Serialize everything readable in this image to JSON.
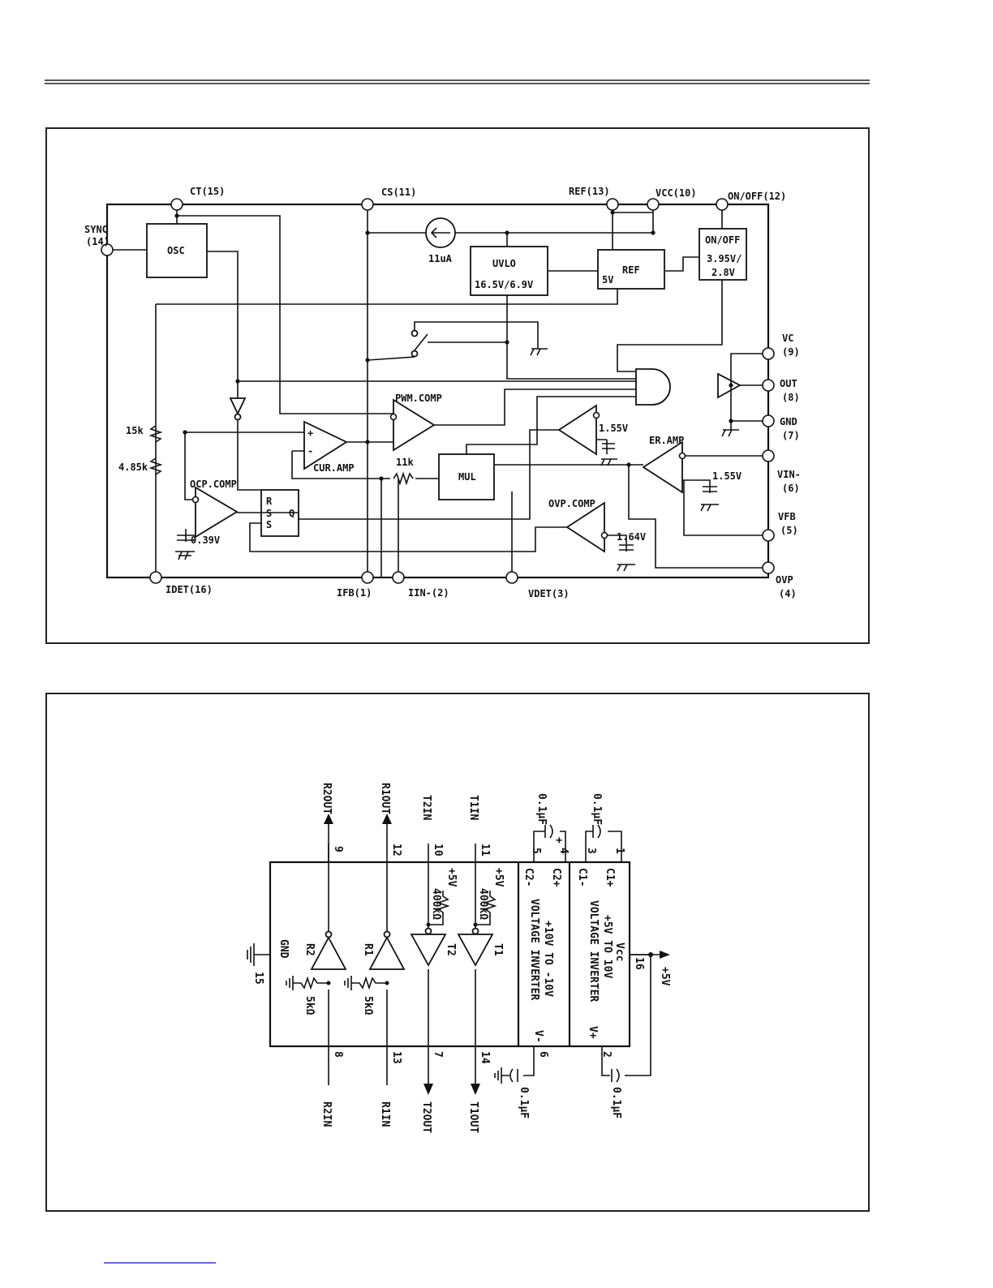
{
  "diagram1": {
    "pins": {
      "ct": "CT(15)",
      "cs": "CS(11)",
      "ref": "REF(13)",
      "vcc": "VCC(10)",
      "onoff": "ON/OFF(12)",
      "sync_a": "SYNC",
      "sync_b": "(14)",
      "vc_a": "VC",
      "vc_b": "(9)",
      "out_a": "OUT",
      "out_b": "(8)",
      "gnd_a": "GND",
      "gnd_b": "(7)",
      "vin_a": "VIN-",
      "vin_b": "(6)",
      "vfb_a": "VFB",
      "vfb_b": "(5)",
      "ovp_a": "OVP",
      "ovp_b": "(4)",
      "idet": "IDET(16)",
      "ifb": "IFB(1)",
      "iin": "IIN-(2)",
      "vdet": "VDET(3)"
    },
    "blocks": {
      "osc": "OSC",
      "uvlo_a": "UVLO",
      "uvlo_b": "16.5V/6.9V",
      "ref_a": "REF",
      "ref_b": "5V",
      "onoff_a": "ON/OFF",
      "onoff_b": "3.95V/",
      "onoff_c": "2.8V",
      "mul": "MUL",
      "current": "11uA",
      "ff_r": "R",
      "ff_s1": "S",
      "ff_s2": "S",
      "ff_q": "Q"
    },
    "labels": {
      "pwm_comp": "PWM.COMP",
      "cur_amp": "CUR.AMP",
      "er_amp": "ER.AMP",
      "ocp_comp": "OCP.COMP",
      "ovp_comp": "OVP.COMP",
      "r15k": "15k",
      "r485k": "4.85k",
      "r11k": "11k",
      "v039": "0.39V",
      "v155a": "1.55V",
      "v155b": "1.55V",
      "v164": "1.64V",
      "plus": "+",
      "minus": "-"
    }
  },
  "diagram2": {
    "pin_labels": {
      "r2out": "R2OUT",
      "r1out": "R1OUT",
      "t2in": "T2IN",
      "t1in": "T1IN",
      "cap_top1": "0.1μF",
      "cap_top2": "0.1μF",
      "r2in": "R2IN",
      "r1in": "R1IN",
      "t2out": "T2OUT",
      "t1out": "T1OUT",
      "cap_bot1": "0.1μF",
      "cap_bot2": "0.1μF",
      "plus5v": "+5V"
    },
    "pin_numbers": {
      "p9": "9",
      "p12": "12",
      "p10": "10",
      "p11": "11",
      "p5": "5",
      "p4": "4",
      "p3": "3",
      "p1": "1",
      "p16": "16",
      "p15": "15",
      "p8": "8",
      "p13": "13",
      "p7": "7",
      "p14": "14",
      "p6": "6",
      "p2": "2"
    },
    "inner": {
      "c2m": "C2-",
      "c2p": "C2+",
      "c1m": "C1-",
      "c1p": "C1+",
      "vcc": "Vcc",
      "vplus": "V+",
      "vminus": "V-",
      "inv1_a": "+10V TO -10V",
      "inv1_b": "VOLTAGE INVERTER",
      "inv2_a": "+5V TO 10V",
      "inv2_b": "VOLTAGE INVERTER",
      "gnd": "GND",
      "r2": "R2",
      "r1": "R1",
      "t2": "T2",
      "t1": "T1",
      "res5k_a": "5kΩ",
      "res5k_b": "5kΩ",
      "res400k_a": "400kΩ",
      "res400k_b": "400kΩ",
      "plus5v_a": "+5V",
      "plus5v_b": "+5V",
      "plus": "+"
    }
  }
}
